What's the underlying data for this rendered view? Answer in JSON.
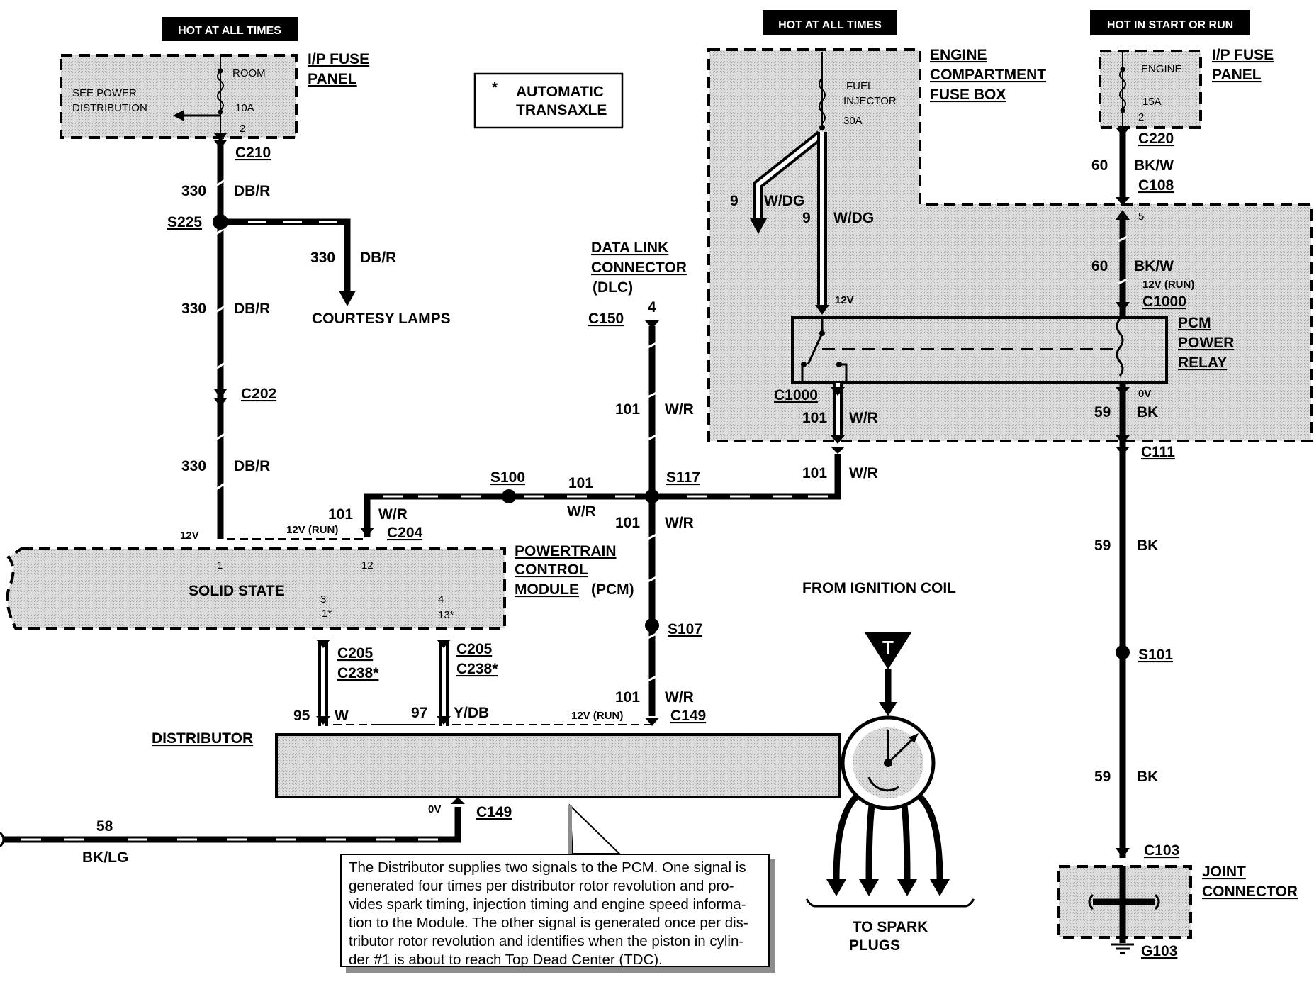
{
  "headers": {
    "hot_all_left": "HOT AT ALL TIMES",
    "hot_all_mid": "HOT AT ALL TIMES",
    "hot_start_run": "HOT IN START OR RUN"
  },
  "legend": {
    "star": "*",
    "line1": "AUTOMATIC",
    "line2": "TRANSAXLE"
  },
  "ip_fuse_left": {
    "title1": "I/P FUSE",
    "title2": "PANEL",
    "see1": "SEE POWER",
    "see2": "DISTRIBUTION",
    "fuse_name": "ROOM",
    "amps": "10A",
    "pin": "2"
  },
  "ip_fuse_right": {
    "title1": "I/P FUSE",
    "title2": "PANEL",
    "fuse_name": "ENGINE",
    "amps": "15A",
    "pin": "2"
  },
  "engine_box": {
    "title1": "ENGINE",
    "title2": "COMPARTMENT",
    "title3": "FUSE BOX",
    "fuse1": "FUEL",
    "fuse2": "INJECTOR",
    "amps": "30A"
  },
  "pcm_relay": {
    "title1": "PCM",
    "title2": "POWER",
    "title3": "RELAY",
    "pin5": "5"
  },
  "dlc": {
    "title1": "DATA LINK",
    "title2": "CONNECTOR",
    "title3": "(DLC)",
    "pin": "4"
  },
  "pcm": {
    "title1": "POWERTRAIN",
    "title2": "CONTROL",
    "title3": "MODULE",
    "suffix": "(PCM)",
    "solid_state": "SOLID STATE",
    "pin1": "1",
    "pin12": "12",
    "pin3": "3",
    "pin1s": "1*",
    "pin4": "4",
    "pin13s": "13*"
  },
  "connectors": {
    "c210": "C210",
    "s225": "S225",
    "c202": "C202",
    "c204": "C204",
    "s100": "S100",
    "s117": "S117",
    "c150": "C150",
    "s107": "S107",
    "c149a": "C149",
    "c149b": "C149",
    "c205a": "C205",
    "c238a": "C238*",
    "c205b": "C205",
    "c238b": "C238*",
    "c220": "C220",
    "c108": "C108",
    "c1000a": "C1000",
    "c1000b": "C1000",
    "c111": "C111",
    "s101": "S101",
    "c103": "C103",
    "g103": "G103"
  },
  "wires": {
    "w330a_num": "330",
    "w330a_col": "DB/R",
    "w330b_num": "330",
    "w330b_col": "DB/R",
    "w330c_num": "330",
    "w330c_col": "DB/R",
    "w330d_num": "330",
    "w330d_col": "DB/R",
    "w101a_num": "101",
    "w101a_col": "W/R",
    "w101b_num": "101",
    "w101b_col": "W/R",
    "w101c_num": "101",
    "w101c_col": "W/R",
    "w101d_num": "101",
    "w101d_col": "W/R",
    "w101e_num": "101",
    "w101e_col": "W/R",
    "w101f_num": "101",
    "w101f_col": "W/R",
    "w101g_num": "101",
    "w101g_col": "W/R",
    "w9a_num": "9",
    "w9a_col": "W/DG",
    "w9b_num": "9",
    "w9b_col": "W/DG",
    "w60a_num": "60",
    "w60a_col": "BK/W",
    "w60b_num": "60",
    "w60b_col": "BK/W",
    "w59a_num": "59",
    "w59a_col": "BK",
    "w59b_num": "59",
    "w59b_col": "BK",
    "w59c_num": "59",
    "w59c_col": "BK",
    "w95_num": "95",
    "w95_col": "W",
    "w97_num": "97",
    "w97_col": "Y/DB",
    "w58_num": "58",
    "w58_col": "BK/LG"
  },
  "voltages": {
    "v12_pcm": "12V",
    "v12run_pcm": "12V (RUN)",
    "v12_relay": "12V",
    "v12run_relay": "12V (RUN)",
    "v12run_dist": "12V (RUN)",
    "v0_relay": "0V",
    "v0_dist": "0V"
  },
  "labels": {
    "courtesy": "COURTESY LAMPS",
    "from_coil": "FROM IGNITION COIL",
    "distributor": "DISTRIBUTOR",
    "spark1": "TO SPARK",
    "spark2": "PLUGS",
    "joint1": "JOINT",
    "joint2": "CONNECTOR",
    "coil_t": "T"
  },
  "note": {
    "lines": [
      "The Distributor supplies two signals to the PCM. One signal is",
      "generated four times per distributor rotor revolution and pro-",
      "vides spark timing, injection timing and engine speed informa-",
      "tion to the Module. The other signal is generated once per dis-",
      "tributor rotor revolution and identifies when the piston in cylin-",
      "der #1 is about to reach Top Dead Center (TDC)."
    ]
  }
}
